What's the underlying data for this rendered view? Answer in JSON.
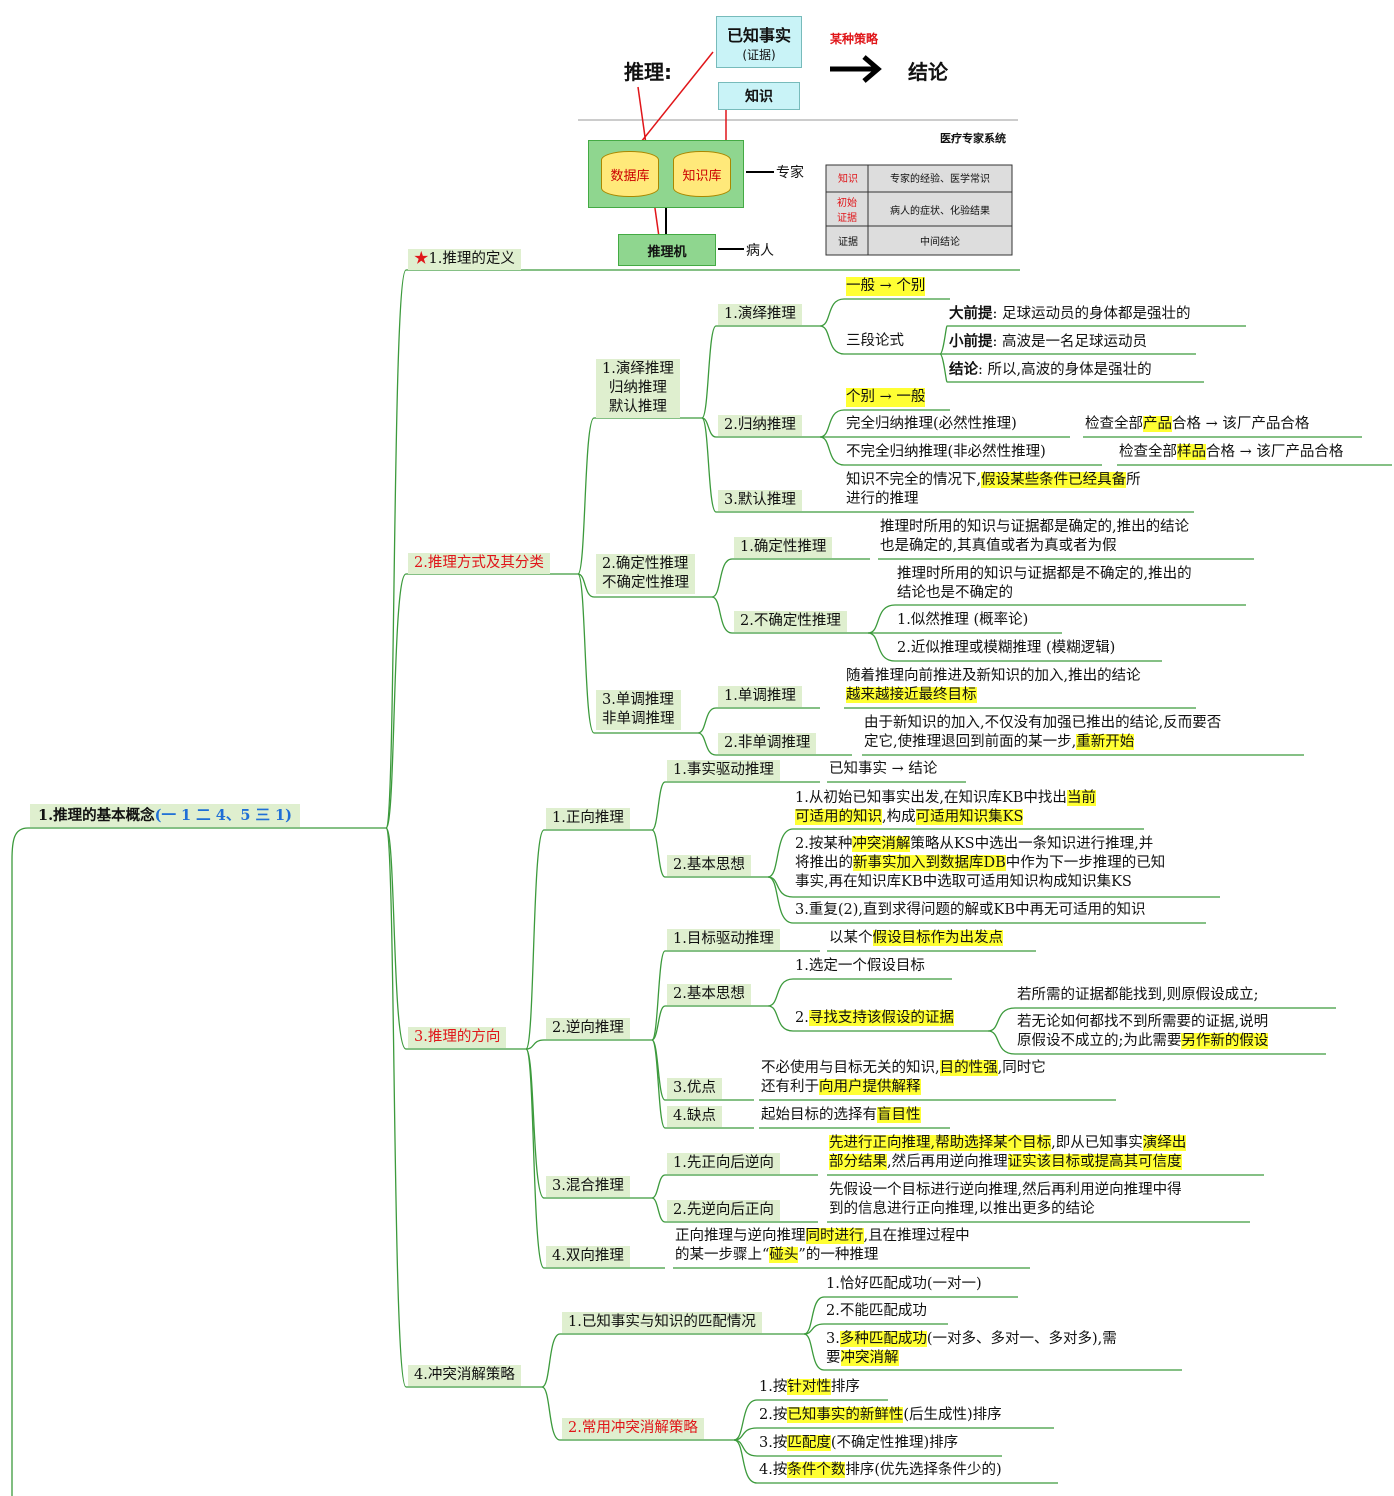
{
  "root": {
    "label": "1.推理的基本概念",
    "hint": "(一 1 二 4、5 三 1)"
  },
  "diagram": {
    "reasoning": "推理:",
    "known_fact": "已知事实",
    "evidence": "(证据)",
    "strategy": "某种策略",
    "conclusion": "结论",
    "knowledge": "知识",
    "database": "数据库",
    "knowledge_base": "知识库",
    "expert": "专家",
    "engine": "推理机",
    "patient": "病人",
    "system": "医疗专家系统",
    "table": [
      {
        "k": "知识",
        "v": "专家的经验、医学常识"
      },
      {
        "k": "初始证据",
        "v": "病人的症状、化验结果"
      },
      {
        "k": "证据",
        "v": "中间结论"
      }
    ]
  },
  "b1": {
    "star": "★",
    "label": "1.推理的定义"
  },
  "b2": {
    "label": "2.推理方式及其分类",
    "g1": "1.演绎推理\n归纳推理\n默认推理",
    "d1": "1.演绎推理",
    "d1a": "一般 → 个别",
    "d1b": "三段论式",
    "d1b1k": "大前提",
    "d1b1v": ": 足球运动员的身体都是强壮的",
    "d1b2k": "小前提",
    "d1b2v": ": 高波是一名足球运动员",
    "d1b3k": "结论",
    "d1b3v": ": 所以,高波的身体是强壮的",
    "d2": "2.归纳推理",
    "d2a": "个别 → 一般",
    "d2b": "完全归纳推理(必然性推理)",
    "d2b1a": "检查全部",
    "d2b1h": "产品",
    "d2b1c": "合格 → 该厂产品合格",
    "d2c": "不完全归纳推理(非必然性推理)",
    "d2c1a": "检查全部",
    "d2c1h": "样品",
    "d2c1c": "合格 → 该厂产品合格",
    "d3": "3.默认推理",
    "d3a1": "知识不完全的情况下,",
    "d3ah": "假设某些条件已经具备",
    "d3a2": "所",
    "d3a3": "进行的推理",
    "g2": "2.确定性推理\n不确定性推理",
    "e1": "1.确定性推理",
    "e1a": "推理时所用的知识与证据都是确定的,推出的结论",
    "e1b": "也是确定的,其真值或者为真或者为假",
    "e2": "2.不确定性推理",
    "e2a": "推理时所用的知识与证据都是不确定的,推出的",
    "e2b": "结论也是不确定的",
    "e2c": "1.似然推理 (概率论)",
    "e2d": "2.近似推理或模糊推理 (模糊逻辑)",
    "g3": "3.单调推理\n非单调推理",
    "f1": "1.单调推理",
    "f1a": "随着推理向前推进及新知识的加入,推出的结论",
    "f1h": "越来越接近最终目标",
    "f2": "2.非单调推理",
    "f2a": "由于新知识的加入,不仅没有加强已推出的结论,反而要否",
    "f2b": "定它,使推理退回到前面的某一步,",
    "f2h": "重新开始"
  },
  "b3": {
    "label": "3.推理的方向",
    "p1": "1.正向推理",
    "p1a": "1.事实驱动推理",
    "p1a1": "已知事实 → 结论",
    "p1b": "2.基本思想",
    "p1b1a": "1.从初始已知事实出发,在知识库KB中找出",
    "p1b1h1": "当前",
    "p1b1h2": "可适用的知识",
    "p1b1c": ",构成",
    "p1b1h3": "可适用知识集KS",
    "p1b2a": "2.按某种",
    "p1b2h1": "冲突消解",
    "p1b2b": "策略从KS中选出一条知识进行推理,并",
    "p1b2c": "将推出的",
    "p1b2h2": "新事实加入到数据库DB",
    "p1b2d": "中作为下一步推理的已知",
    "p1b2e": "事实,再在知识库KB中选取可适用知识构成知识集KS",
    "p1b3": "3.重复(2),直到求得问题的解或KB中再无可适用的知识",
    "p2": "2.逆向推理",
    "p2a": "1.目标驱动推理",
    "p2a1a": "以某个",
    "p2a1h": "假设目标作为出发点",
    "p2b": "2.基本思想",
    "p2b1": "1.选定一个假设目标",
    "p2b2a": "2.",
    "p2b2h": "寻找支持该假设的证据",
    "p2b2x": "若所需的证据都能找到,则原假设成立;",
    "p2b2y1": "若无论如何都找不到所需要的证据,说明",
    "p2b2y2": "原假设不成立的;为此需要",
    "p2b2yh": "另作新的假设",
    "p2c": "3.优点",
    "p2c1": "不必使用与目标无关的知识,",
    "p2c1h": "目的性强",
    "p2c1b": ",同时它",
    "p2c2": "还有利于",
    "p2c2h": "向用户提供解释",
    "p2d": "4.缺点",
    "p2d1": "起始目标的选择有",
    "p2d1h": "盲目性",
    "p3": "3.混合推理",
    "p3a": "1.先正向后逆向",
    "p3a1h": "先进行正向推理,帮助选择某个目标",
    "p3a1b": ",即从已知事实",
    "p3a1h2": "演绎出",
    "p3a2h": "部分结果",
    "p3a2b": ",然后再用逆向推理",
    "p3a2h2": "证实该目标或提高其可信度",
    "p3b": "2.先逆向后正向",
    "p3b1": "先假设一个目标进行逆向推理,然后再利用逆向推理中得",
    "p3b2": "到的信息进行正向推理,以推出更多的结论",
    "p4": "4.双向推理",
    "p4a": "正向推理与逆向推理",
    "p4h": "同时进行",
    "p4b": ",且在推理过程中",
    "p4c": "的某一步骤上“",
    "p4h2": "碰头",
    "p4d": "”的一种推理"
  },
  "b4": {
    "label": "4.冲突消解策略",
    "q1": "1.已知事实与知识的匹配情况",
    "q1a": "1.恰好匹配成功(一对一)",
    "q1b": "2.不能匹配成功",
    "q1c": "3.",
    "q1ch": "多种匹配成功",
    "q1cb": "(一对多、多对一、多对多),需",
    "q1cc": "要",
    "q1cch": "冲突消解",
    "q2": "2.常用冲突消解策略",
    "q2a": "1.按",
    "q2ah": "针对性",
    "q2ab": "排序",
    "q2b": "2.按",
    "q2bh": "已知事实的新鲜性",
    "q2bb": "(后生成性)排序",
    "q2c": "3.按",
    "q2ch": "匹配度",
    "q2cb": "(不确定性推理)排序",
    "q2d": "4.按",
    "q2dh": "条件个数",
    "q2db": "排序(优先选择条件少的)"
  }
}
